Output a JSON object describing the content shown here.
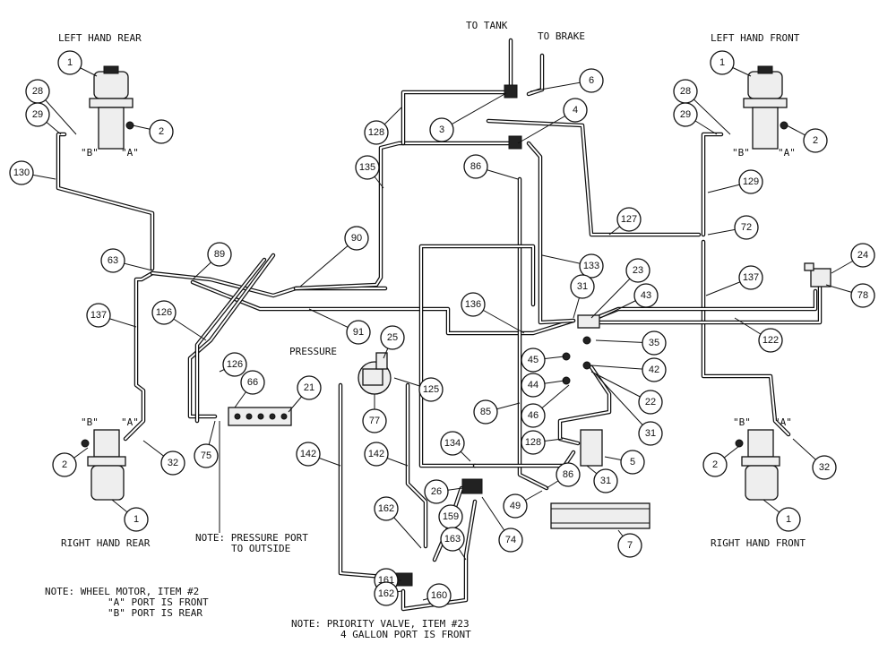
{
  "labels": {
    "left_hand_rear": "LEFT HAND REAR",
    "left_hand_front": "LEFT HAND FRONT",
    "right_hand_rear": "RIGHT HAND REAR",
    "right_hand_front": "RIGHT HAND FRONT",
    "to_tank": "TO TANK",
    "to_brake": "TO BRAKE",
    "pressure": "PRESSURE",
    "port_b": "\"B\"",
    "port_a": "\"A\""
  },
  "notes": {
    "pressure_port_1": "NOTE: PRESSURE PORT",
    "pressure_port_2": "TO OUTSIDE",
    "wheel_motor_1": "NOTE:   WHEEL MOTOR, ITEM #2",
    "wheel_motor_2": "\"A\" PORT IS FRONT",
    "wheel_motor_3": "\"B\" PORT IS REAR",
    "priority_valve_1": "NOTE:  PRIORITY VALVE, ITEM #23",
    "priority_valve_2": "4 GALLON PORT IS FRONT"
  },
  "callouts": {
    "c1_lr": "1",
    "c28_lr": "28",
    "c29_lr": "29",
    "c2_lr": "2",
    "c130": "130",
    "c1_lf": "1",
    "c28_lf": "28",
    "c29_lf": "29",
    "c2_lf": "2",
    "c129": "129",
    "c128_top": "128",
    "c135": "135",
    "c3": "3",
    "c6": "6",
    "c4": "4",
    "c86_top": "86",
    "c127": "127",
    "c72": "72",
    "c137_r": "137",
    "c24": "24",
    "c78": "78",
    "c63": "63",
    "c89": "89",
    "c90": "90",
    "c133": "133",
    "c137_l": "137",
    "c126_a": "126",
    "c91": "91",
    "c136": "136",
    "c31_a": "31",
    "c23": "23",
    "c43": "43",
    "c122": "122",
    "c25": "25",
    "c126_b": "126",
    "c66": "66",
    "c21": "21",
    "c125": "125",
    "c77": "77",
    "c45": "45",
    "c35": "35",
    "c42": "42",
    "c44": "44",
    "c22": "22",
    "c85": "85",
    "c46": "46",
    "c31_b": "31",
    "c128_mid": "128",
    "c75": "75",
    "c32_l": "32",
    "c2_rr": "2",
    "c1_rr": "1",
    "c142_a": "142",
    "c142_b": "142",
    "c134": "134",
    "c5": "5",
    "c86_bot": "86",
    "c31_c": "31",
    "c26": "26",
    "c49": "49",
    "c162_a": "162",
    "c159": "159",
    "c163": "163",
    "c74": "74",
    "c7": "7",
    "c161": "161",
    "c162_b": "162",
    "c160": "160",
    "c2_rf": "2",
    "c32_r": "32",
    "c1_rf": "1"
  }
}
